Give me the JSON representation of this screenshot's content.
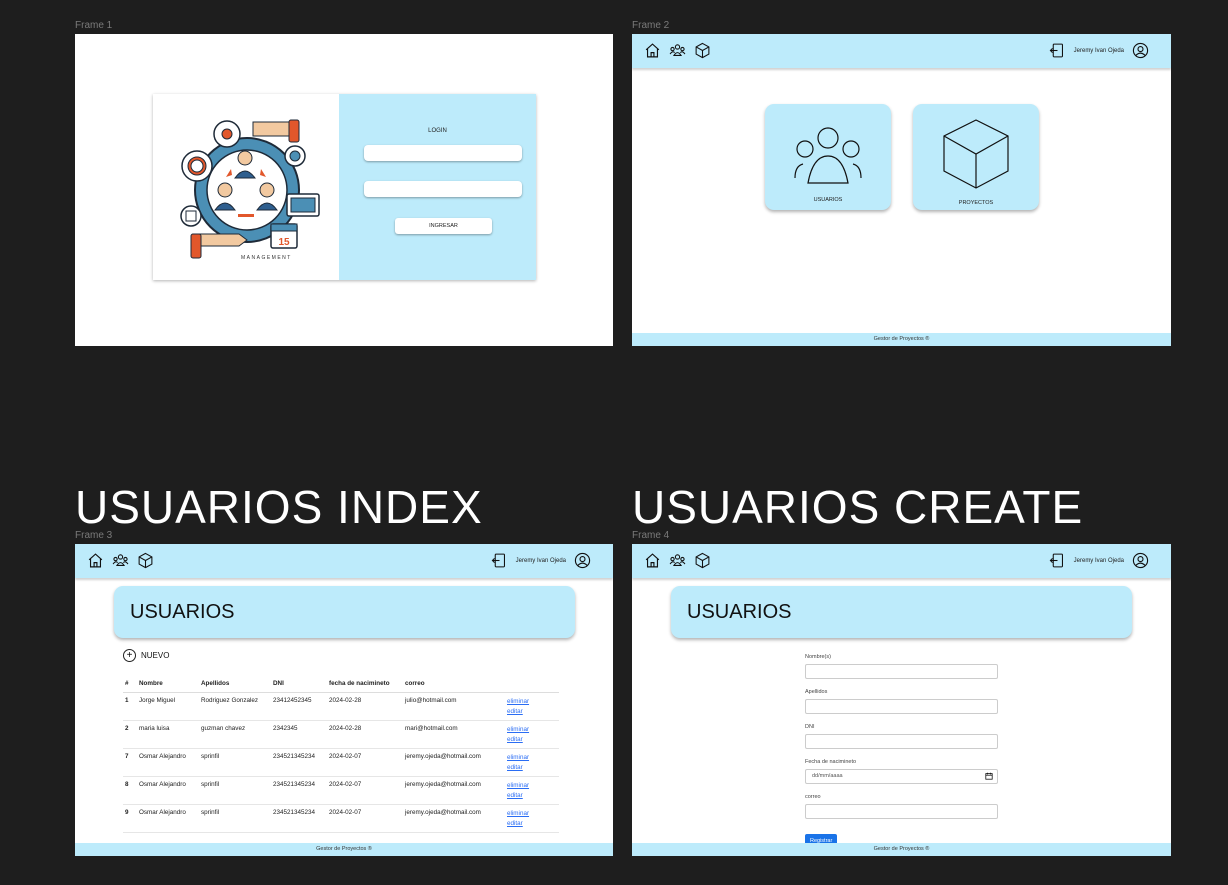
{
  "frames": {
    "f1": "Frame 1",
    "f2": "Frame 2",
    "f3": "Frame 3",
    "f4": "Frame 4"
  },
  "headings": {
    "index": "USUARIOS INDEX",
    "create": "USUARIOS CREATE"
  },
  "login": {
    "title": "LOGIN",
    "button": "INGRESAR",
    "illustration_caption": "MANAGEMENT",
    "calendar_number": "15"
  },
  "nav": {
    "user_name": "Jeremy Ivan Ojeda",
    "icons": [
      "home-icon",
      "users-icon",
      "cube-icon",
      "logout-icon",
      "user-circle-icon"
    ]
  },
  "dashboard": {
    "cards": [
      {
        "label": "USUARIOS"
      },
      {
        "label": "PROYECTOS"
      }
    ]
  },
  "footer": {
    "text": "Gestor de Proyectos ®"
  },
  "users_index": {
    "title": "USUARIOS",
    "new_label": "NUEVO",
    "columns": [
      "#",
      "Nombre",
      "Apellidos",
      "DNI",
      "fecha de nacimineto",
      "correo"
    ],
    "rows": [
      {
        "id": "1",
        "nombre": "Jorge Miguel",
        "apellidos": "Rodriguez Gonzalez",
        "dni": "23412452345",
        "fecha": "2024-02-28",
        "correo": "julio@hotmail.com"
      },
      {
        "id": "2",
        "nombre": "maria luisa",
        "apellidos": "guzman chavez",
        "dni": "2342345",
        "fecha": "2024-02-28",
        "correo": "mari@hotmail.com"
      },
      {
        "id": "7",
        "nombre": "Osmar Alejandro",
        "apellidos": "sprinfil",
        "dni": "234521345234",
        "fecha": "2024-02-07",
        "correo": "jeremy.ojeda@hotmail.com"
      },
      {
        "id": "8",
        "nombre": "Osmar Alejandro",
        "apellidos": "sprinfil",
        "dni": "234521345234",
        "fecha": "2024-02-07",
        "correo": "jeremy.ojeda@hotmail.com"
      },
      {
        "id": "9",
        "nombre": "Osmar Alejandro",
        "apellidos": "sprinfil",
        "dni": "234521345234",
        "fecha": "2024-02-07",
        "correo": "jeremy.ojeda@hotmail.com"
      }
    ],
    "actions": {
      "delete": "eliminar",
      "edit": "editar"
    }
  },
  "users_create": {
    "title": "USUARIOS",
    "fields": [
      {
        "label": "Nombre(s)",
        "value": ""
      },
      {
        "label": "Apellidos",
        "value": ""
      },
      {
        "label": "DNI",
        "value": ""
      },
      {
        "label": "Fecha de nacimineto",
        "value": "dd/mm/aaaa"
      },
      {
        "label": "correo",
        "value": ""
      }
    ],
    "submit": "Registrar"
  },
  "colors": {
    "canvas": "#1e1e1e",
    "panel": "#bdebfb",
    "link": "#2a6df4",
    "primary_button": "#1a73e8"
  }
}
